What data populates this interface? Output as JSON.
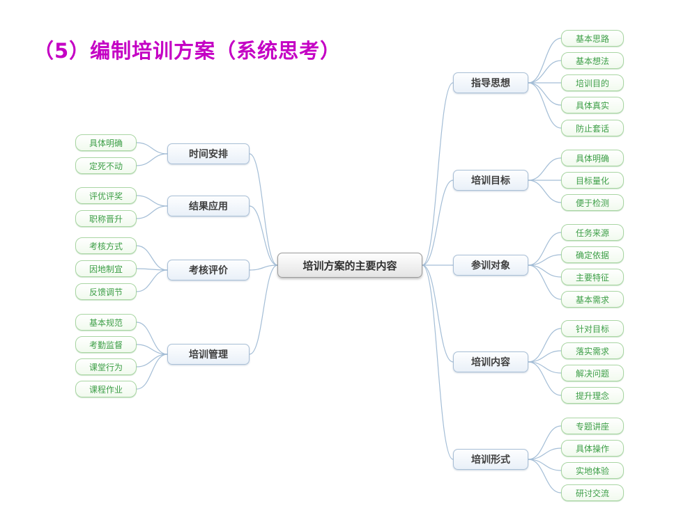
{
  "title": "（5）编制培训方案（系统思考）",
  "chart_data": {
    "type": "mindmap",
    "root": "培训方案的主要内容",
    "left": [
      {
        "label": "时间安排",
        "children": [
          "具体明确",
          "定死不动"
        ]
      },
      {
        "label": "结果应用",
        "children": [
          "评优评奖",
          "职称晋升"
        ]
      },
      {
        "label": "考核评价",
        "children": [
          "考核方式",
          "因地制宜",
          "反馈调节"
        ]
      },
      {
        "label": "培训管理",
        "children": [
          "基本规范",
          "考勤监督",
          "课堂行为",
          "课程作业"
        ]
      }
    ],
    "right": [
      {
        "label": "指导思想",
        "children": [
          "基本思路",
          "基本想法",
          "培训目的",
          "具体真实",
          "防止套话"
        ]
      },
      {
        "label": "培训目标",
        "children": [
          "具体明确",
          "目标量化",
          "便于检测"
        ]
      },
      {
        "label": "参训对象",
        "children": [
          "任务来源",
          "确定依据",
          "主要特征",
          "基本需求"
        ]
      },
      {
        "label": "培训内容",
        "children": [
          "针对目标",
          "落实需求",
          "解决问题",
          "提升理念"
        ]
      },
      {
        "label": "培训形式",
        "children": [
          "专题讲座",
          "具体操作",
          "实地体验",
          "研讨交流"
        ]
      }
    ]
  }
}
